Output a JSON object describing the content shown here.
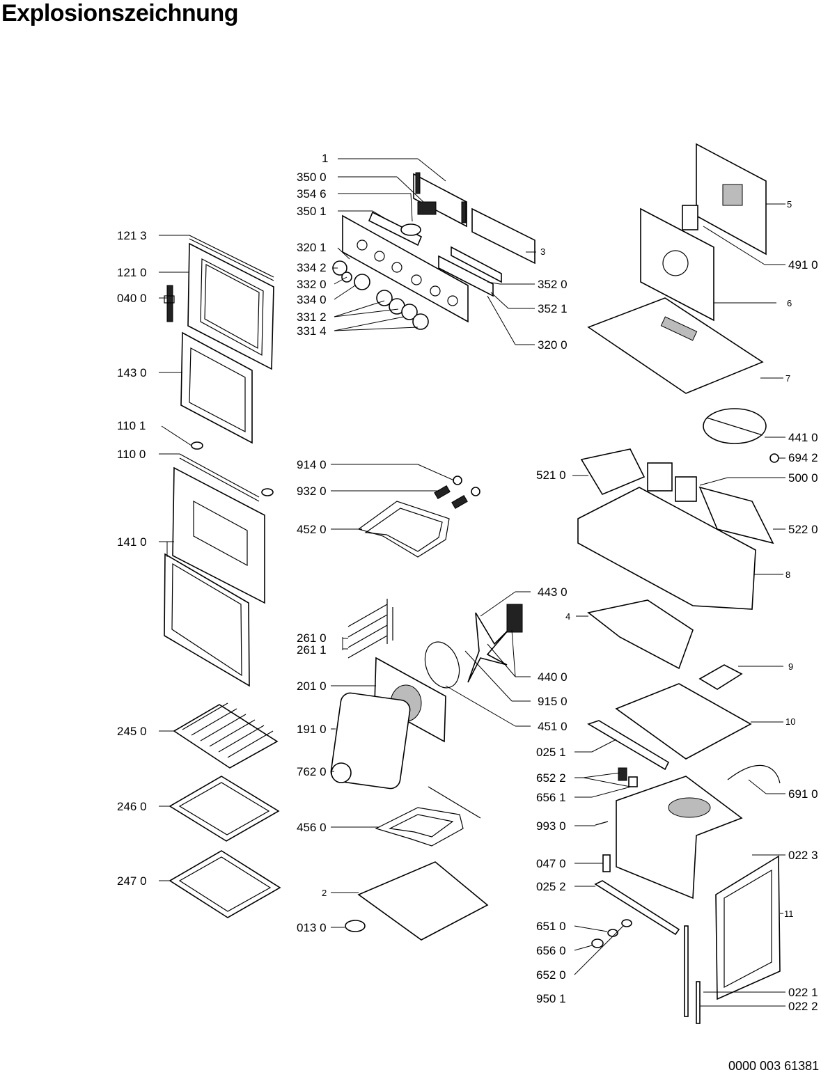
{
  "title": "Explosionszeichnung",
  "document_number": "0000 003 61381",
  "labels": {
    "p1": "1",
    "p350_0": "350 0",
    "p354_6": "354 6",
    "p350_1": "350 1",
    "p320_1": "320 1",
    "p334_2": "334 2",
    "p332_0": "332 0",
    "p334_0": "334 0",
    "p331_2": "331 2",
    "p331_4": "331 4",
    "p3": "3",
    "p352_0": "352 0",
    "p352_1": "352 1",
    "p320_0": "320 0",
    "p5": "5",
    "p491_0": "491 0",
    "p6": "6",
    "p7": "7",
    "p441_0": "441 0",
    "p694_2": "694 2",
    "p521_0": "521 0",
    "p500_0": "500 0",
    "p522_0": "522 0",
    "p8": "8",
    "p121_3": "121 3",
    "p121_0": "121 0",
    "p040_0": "040 0",
    "p143_0": "143 0",
    "p110_1": "110 1",
    "p110_0": "110 0",
    "p141_0": "141 0",
    "p914_0": "914 0",
    "p932_0": "932 0",
    "p452_0": "452 0",
    "p443_0": "443 0",
    "p4": "4",
    "p261_0": "261 0",
    "p261_1": "261 1",
    "p440_0": "440 0",
    "p201_0": "201 0",
    "p915_0": "915 0",
    "p9": "9",
    "p245_0": "245 0",
    "p191_0": "191 0",
    "p451_0": "451 0",
    "p10": "10",
    "p025_1": "025 1",
    "p762_0": "762 0",
    "p652_2": "652 2",
    "p656_1": "656 1",
    "p691_0": "691 0",
    "p246_0": "246 0",
    "p456_0": "456 0",
    "p993_0": "993 0",
    "p047_0": "047 0",
    "p022_3": "022 3",
    "p247_0": "247 0",
    "p2": "2",
    "p025_2": "025 2",
    "p11": "11",
    "p013_0": "013 0",
    "p651_0": "651 0",
    "p656_0": "656 0",
    "p652_0": "652 0",
    "p950_1": "950 1",
    "p022_1": "022 1",
    "p022_2": "022 2"
  }
}
